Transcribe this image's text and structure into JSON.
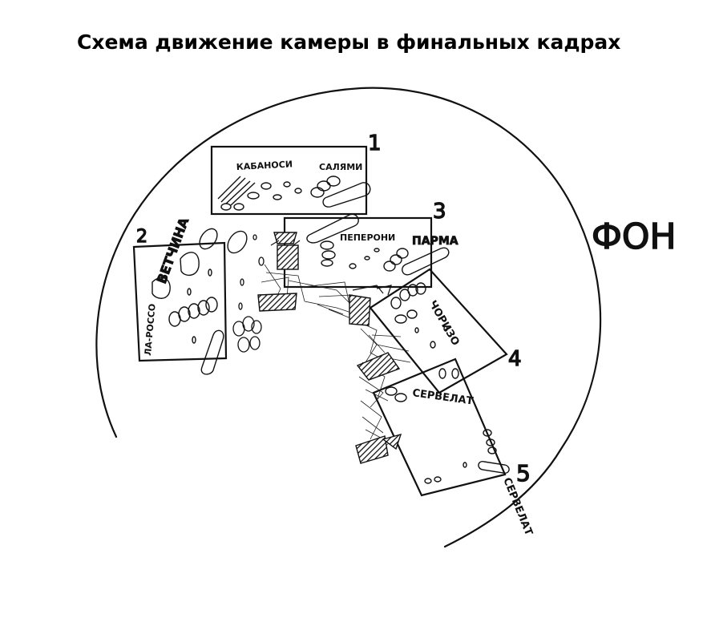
{
  "title": "Схема движение камеры в финальных кадрах",
  "background_label": "ФОН",
  "frames": [
    {
      "number": "1",
      "labels": [
        "КАБАНОСИ",
        "САЛЯМИ"
      ]
    },
    {
      "number": "2",
      "labels": [
        "ВЕТЧИНА",
        "ЛА-РОССО"
      ]
    },
    {
      "number": "3",
      "labels": [
        "ПЕПЕРОНИ",
        "ПАРМА"
      ]
    },
    {
      "number": "4",
      "labels": [
        "ЧОРИЗО"
      ]
    },
    {
      "number": "5",
      "labels": [
        "СЕРВЕЛАТ",
        "СЕРВЕЛАТ"
      ]
    }
  ],
  "colors": {
    "ink": "#111111",
    "background": "#ffffff"
  }
}
